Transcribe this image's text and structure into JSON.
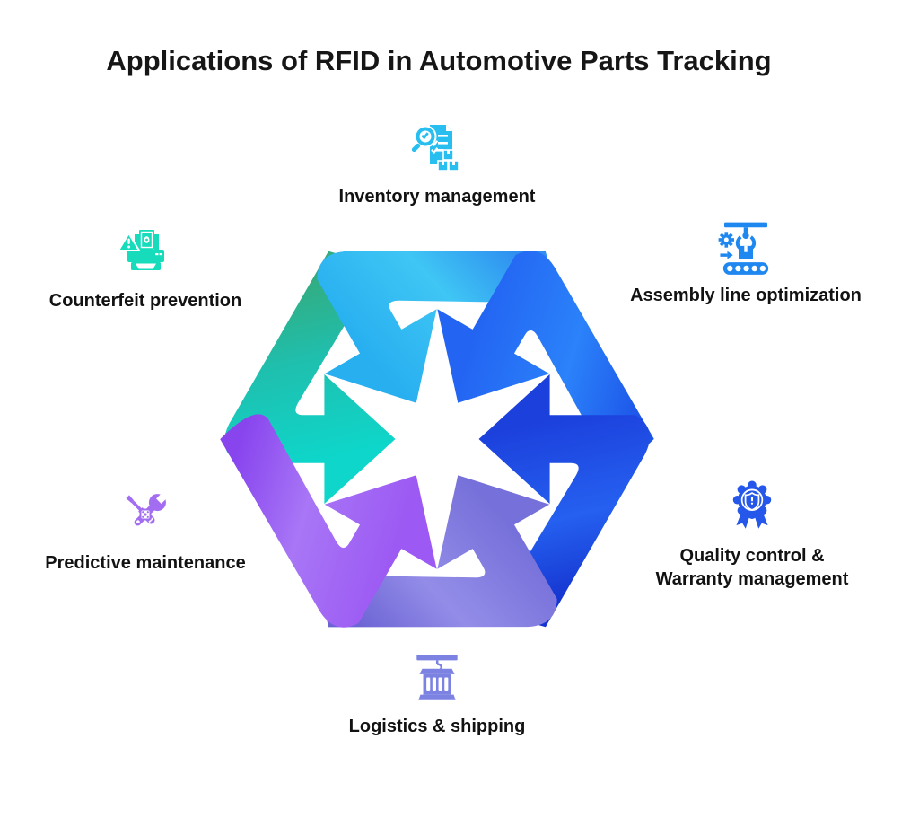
{
  "page": {
    "title": "Applications of RFID in Automotive Parts Tracking",
    "title_color": "#161616",
    "background": "#ffffff",
    "label_color": "#121212"
  },
  "items": [
    {
      "id": "inventory-management",
      "label": "Inventory management",
      "color": "#29BEF0",
      "icon": "inspection-checklist-boxes-icon"
    },
    {
      "id": "assembly-line-optimization",
      "label": "Assembly line optimization",
      "color": "#1E87F0",
      "icon": "robotic-arm-conveyor-icon"
    },
    {
      "id": "quality-control-warranty",
      "label": "Quality control &\nWarranty management",
      "color": "#2457EA",
      "icon": "award-shield-badge-icon"
    },
    {
      "id": "logistics-shipping",
      "label": "Logistics & shipping",
      "color": "#7B82E2",
      "icon": "container-crane-icon"
    },
    {
      "id": "predictive-maintenance",
      "label": "Predictive maintenance",
      "color": "#A36DF2",
      "icon": "wrench-screwdriver-chip-icon"
    },
    {
      "id": "counterfeit-prevention",
      "label": "Counterfeit prevention",
      "color": "#16DCBC",
      "icon": "printer-warning-icon"
    }
  ],
  "diagram": {
    "arrows": [
      {
        "name": "left-teal",
        "from": "#33AC7F",
        "mid": "#1FBFAE",
        "to": "#0ED6CA"
      },
      {
        "name": "top-left-cyan",
        "from": "#2E8DF0",
        "mid": "#3FC6F4",
        "to": "#28AFF0"
      },
      {
        "name": "top-right-blue",
        "from": "#1D55E8",
        "mid": "#2B82FA",
        "to": "#2365F2"
      },
      {
        "name": "right-royal-blue",
        "from": "#1534CF",
        "mid": "#2560F0",
        "to": "#1C40DC"
      },
      {
        "name": "bottom-right-periwinkle",
        "from": "#6C63D4",
        "mid": "#938DE8",
        "to": "#7670DA"
      },
      {
        "name": "bottom-left-purple",
        "from": "#8845EE",
        "mid": "#A876F6",
        "to": "#9C59F3"
      }
    ]
  }
}
